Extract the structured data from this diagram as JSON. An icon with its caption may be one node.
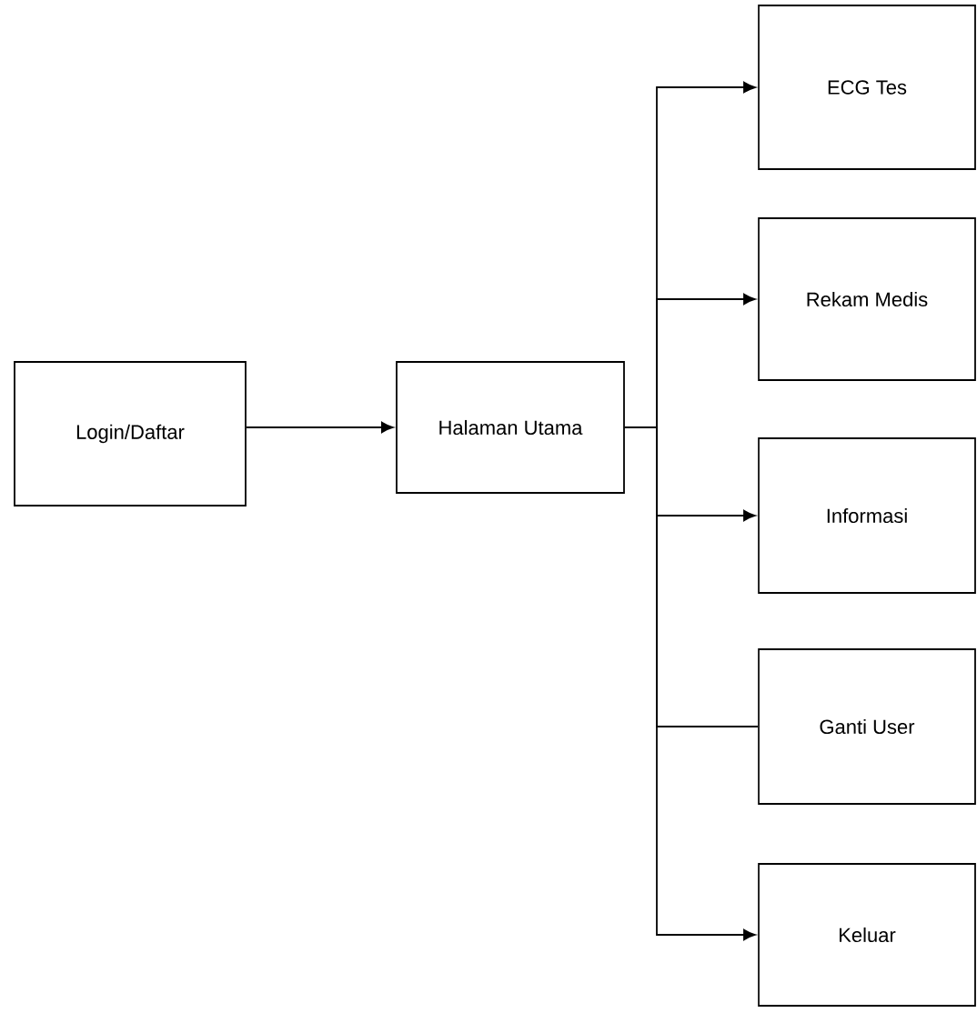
{
  "diagram": {
    "nodes": [
      {
        "text": [
          "Login/Daftar"
        ]
      },
      {
        "text": [
          "Halaman Utama"
        ]
      },
      {
        "text": [
          "ECG Tes"
        ]
      },
      {
        "text": [
          "Rekam Medis"
        ]
      },
      {
        "text": [
          "Informasi"
        ]
      },
      {
        "text": [
          "Ganti User"
        ]
      },
      {
        "text": [
          "Keluar"
        ]
      }
    ],
    "edges": [
      {
        "from": 0,
        "to": 1,
        "arrow": "to"
      },
      {
        "from": 1,
        "to": 2,
        "arrow": "to"
      },
      {
        "from": 1,
        "to": 3,
        "arrow": "to"
      },
      {
        "from": 1,
        "to": 4,
        "arrow": "to"
      },
      {
        "from": 1,
        "to": 5,
        "arrow": "none"
      },
      {
        "from": 1,
        "to": 6,
        "arrow": "to"
      }
    ]
  }
}
